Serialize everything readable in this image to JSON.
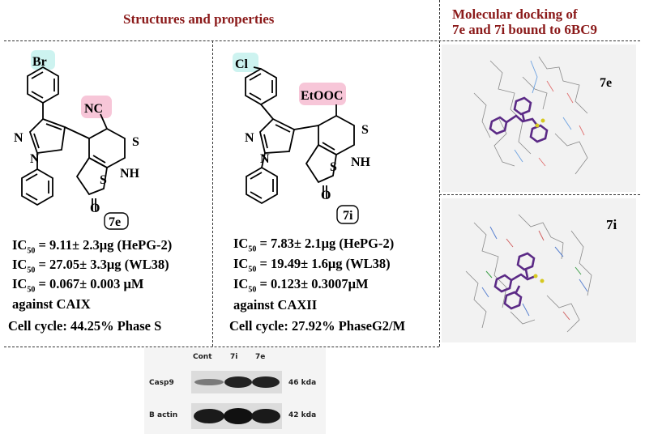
{
  "headers": {
    "structures": "Structures and properties",
    "docking_line1": "Molecular docking of",
    "docking_line2": "7e and 7i bound to 6BC9"
  },
  "compound_7e": {
    "label": "7e",
    "substituent_top": "Br",
    "substituent_nc": "NC",
    "ring_atoms": {
      "S": "S",
      "NH": "NH",
      "S2": "S",
      "O": "O",
      "N1": "N",
      "N2": "N"
    },
    "ic50_label": "IC",
    "ic50_sub": "50",
    "p1": " = 9.11± 2.3μg (HePG-2)",
    "p2": " = 27.05± 3.3μg (WL38)",
    "p3": " = 0.067± 0.003 μM",
    "p4": "against CAIX",
    "p5": "Cell cycle: 44.25% Phase S"
  },
  "compound_7i": {
    "label": "7i",
    "substituent_top": "Cl",
    "substituent_ester": "EtOOC",
    "ring_atoms": {
      "S": "S",
      "NH": "NH",
      "S2": "S",
      "O": "O",
      "N1": "N",
      "N2": "N"
    },
    "ic50_label": "IC",
    "ic50_sub": "50",
    "p1": " = 7.83± 2.1μg (HePG-2)",
    "p2": " = 19.49± 1.6μg (WL38)",
    "p3": " = 0.123± 0.3007μM",
    "p4": "against CAXII",
    "p5": "Cell cycle: 27.92% PhaseG2/M"
  },
  "docking": {
    "label_7e": "7e",
    "label_7i": "7i"
  },
  "western_blot": {
    "lanes": [
      "Cont",
      "7i",
      "7e"
    ],
    "rows": [
      {
        "name": "Casp9",
        "size": "46 kda"
      },
      {
        "name": "B actin",
        "size": "42 kda"
      }
    ]
  },
  "colors": {
    "title": "#8b1a1a",
    "halogen_highlight": "#cdf3f0",
    "group_highlight": "#f7c6d8",
    "ligand": "#5b2a86"
  }
}
